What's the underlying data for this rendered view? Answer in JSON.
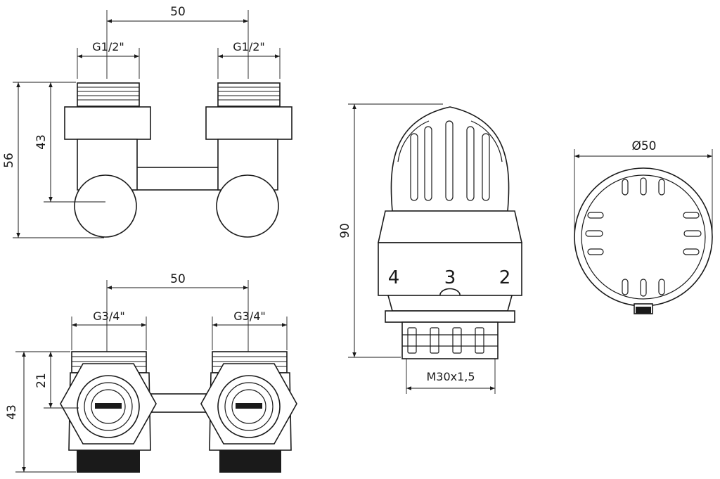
{
  "top_view": {
    "spacing": "50",
    "thread_left": "G1/2\"",
    "thread_right": "G1/2\"",
    "height_total": "56",
    "height_inner": "43"
  },
  "bottom_view": {
    "spacing": "50",
    "thread_left": "G3/4\"",
    "thread_right": "G3/4\"",
    "height_inner": "21",
    "height_total": "43"
  },
  "thermostat_side": {
    "height": "90",
    "scale_left": "4",
    "scale_mid": "3",
    "scale_right": "2",
    "thread": "M30x1,5"
  },
  "thermostat_top": {
    "diameter": "Ø50"
  }
}
